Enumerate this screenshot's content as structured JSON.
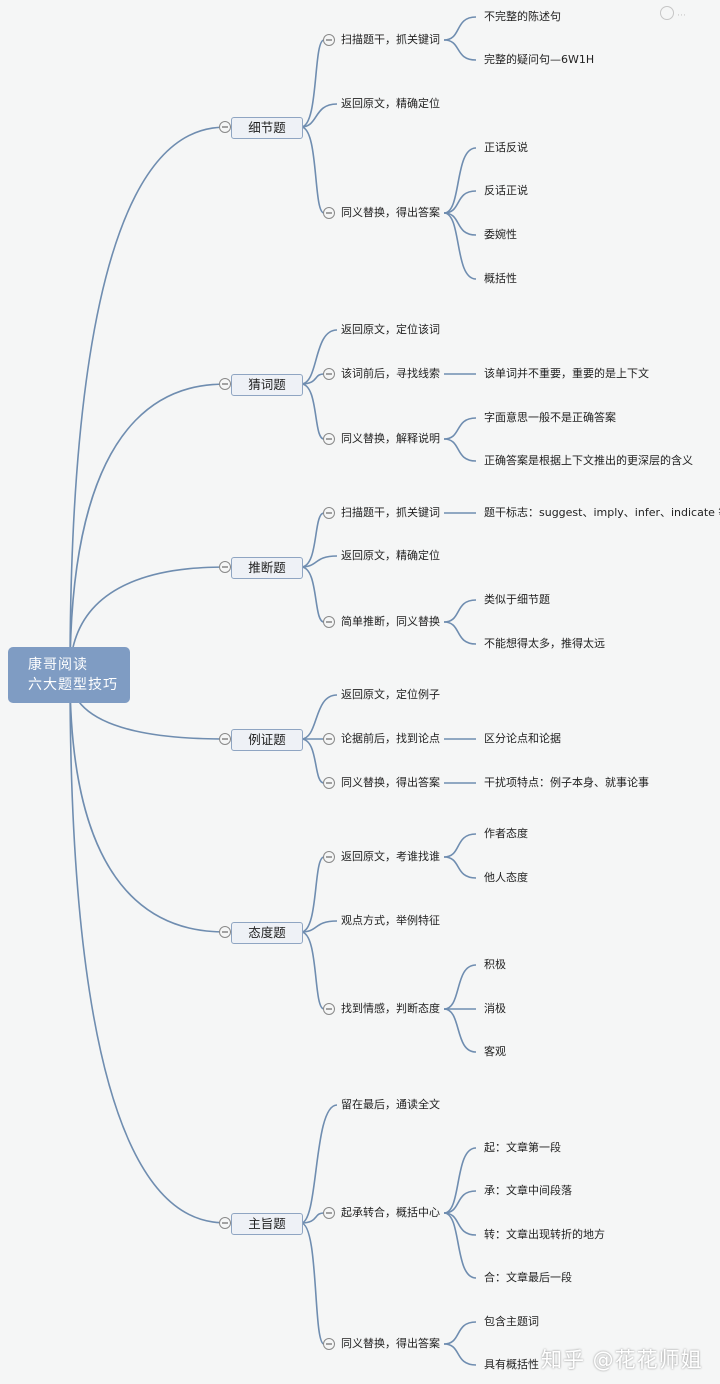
{
  "root": {
    "line1": "康哥阅读",
    "line2": "六大题型技巧"
  },
  "topics": [
    {
      "label": "细节题",
      "children": [
        {
          "label": "扫描题干，抓关键词",
          "children": [
            "不完整的陈述句",
            "完整的疑问句—6W1H"
          ]
        },
        {
          "label": "返回原文，精确定位",
          "children": []
        },
        {
          "label": "同义替换，得出答案",
          "children": [
            "正话反说",
            "反话正说",
            "委婉性",
            "概括性"
          ]
        }
      ]
    },
    {
      "label": "猜词题",
      "children": [
        {
          "label": "返回原文，定位该词",
          "children": []
        },
        {
          "label": "该词前后，寻找线索",
          "children": [
            "该单词并不重要，重要的是上下文"
          ]
        },
        {
          "label": "同义替换，解释说明",
          "children": [
            "字面意思一般不是正确答案",
            "正确答案是根据上下文推出的更深层的含义"
          ]
        }
      ]
    },
    {
      "label": "推断题",
      "children": [
        {
          "label": "扫描题干，抓关键词",
          "children": [
            "题干标志：suggest、imply、infer、indicate 等"
          ]
        },
        {
          "label": "返回原文，精确定位",
          "children": []
        },
        {
          "label": "简单推断，同义替换",
          "children": [
            "类似于细节题",
            "不能想得太多，推得太远"
          ]
        }
      ]
    },
    {
      "label": "例证题",
      "children": [
        {
          "label": "返回原文，定位例子",
          "children": []
        },
        {
          "label": "论据前后，找到论点",
          "children": [
            "区分论点和论据"
          ]
        },
        {
          "label": "同义替换，得出答案",
          "children": [
            "干扰项特点：例子本身、就事论事"
          ]
        }
      ]
    },
    {
      "label": "态度题",
      "children": [
        {
          "label": "返回原文，考谁找谁",
          "children": [
            "作者态度",
            "他人态度"
          ]
        },
        {
          "label": "观点方式，举例特征",
          "children": []
        },
        {
          "label": "找到情感，判断态度",
          "children": [
            "积极",
            "消极",
            "客观"
          ]
        }
      ]
    },
    {
      "label": "主旨题",
      "children": [
        {
          "label": "留在最后，通读全文",
          "children": []
        },
        {
          "label": "起承转合，概括中心",
          "children": [
            "起：文章第一段",
            "承：文章中间段落",
            "转：文章出现转折的地方",
            "合：文章最后一段"
          ]
        },
        {
          "label": "同义替换，得出答案",
          "children": [
            "包含主题词",
            "具有概括性"
          ]
        }
      ]
    }
  ],
  "watermark": "知乎 @花花师姐",
  "logo": "…",
  "colors": {
    "background": "#f5f6f6",
    "root_fill": "#7f9cc3",
    "edge": "#6f8db0",
    "topic_fill": "#eef1f6",
    "topic_border": "#8fa5c2"
  }
}
